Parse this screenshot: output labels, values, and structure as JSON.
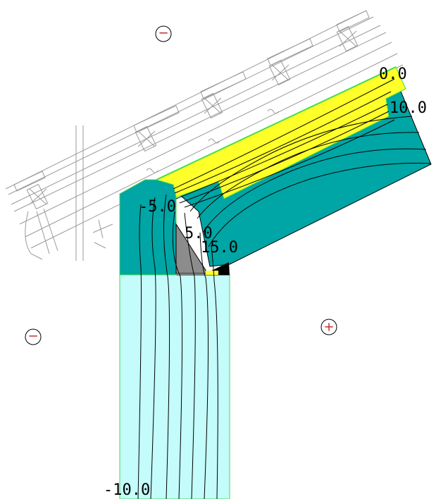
{
  "regions": {
    "outside_top": {
      "sign": "−",
      "icon": "minus-circle-icon"
    },
    "outside_left": {
      "sign": "−",
      "icon": "minus-circle-icon"
    },
    "inside": {
      "sign": "+",
      "icon": "plus-circle-icon"
    }
  },
  "isotherm_labels": {
    "top_right": "0.0",
    "right": "10.0",
    "wall_top": "-5.0",
    "center_a": "5.0",
    "center_b": "15.0",
    "bottom": "-10.0"
  },
  "colors": {
    "insulation_yellow": "#ffff2a",
    "concrete_teal": "#00a5a5",
    "wall_light_cyan": "#c4fbfb",
    "wedge_gray": "#8c8c8c",
    "outline_green": "#44dd44",
    "sign_red": "#c03030"
  }
}
